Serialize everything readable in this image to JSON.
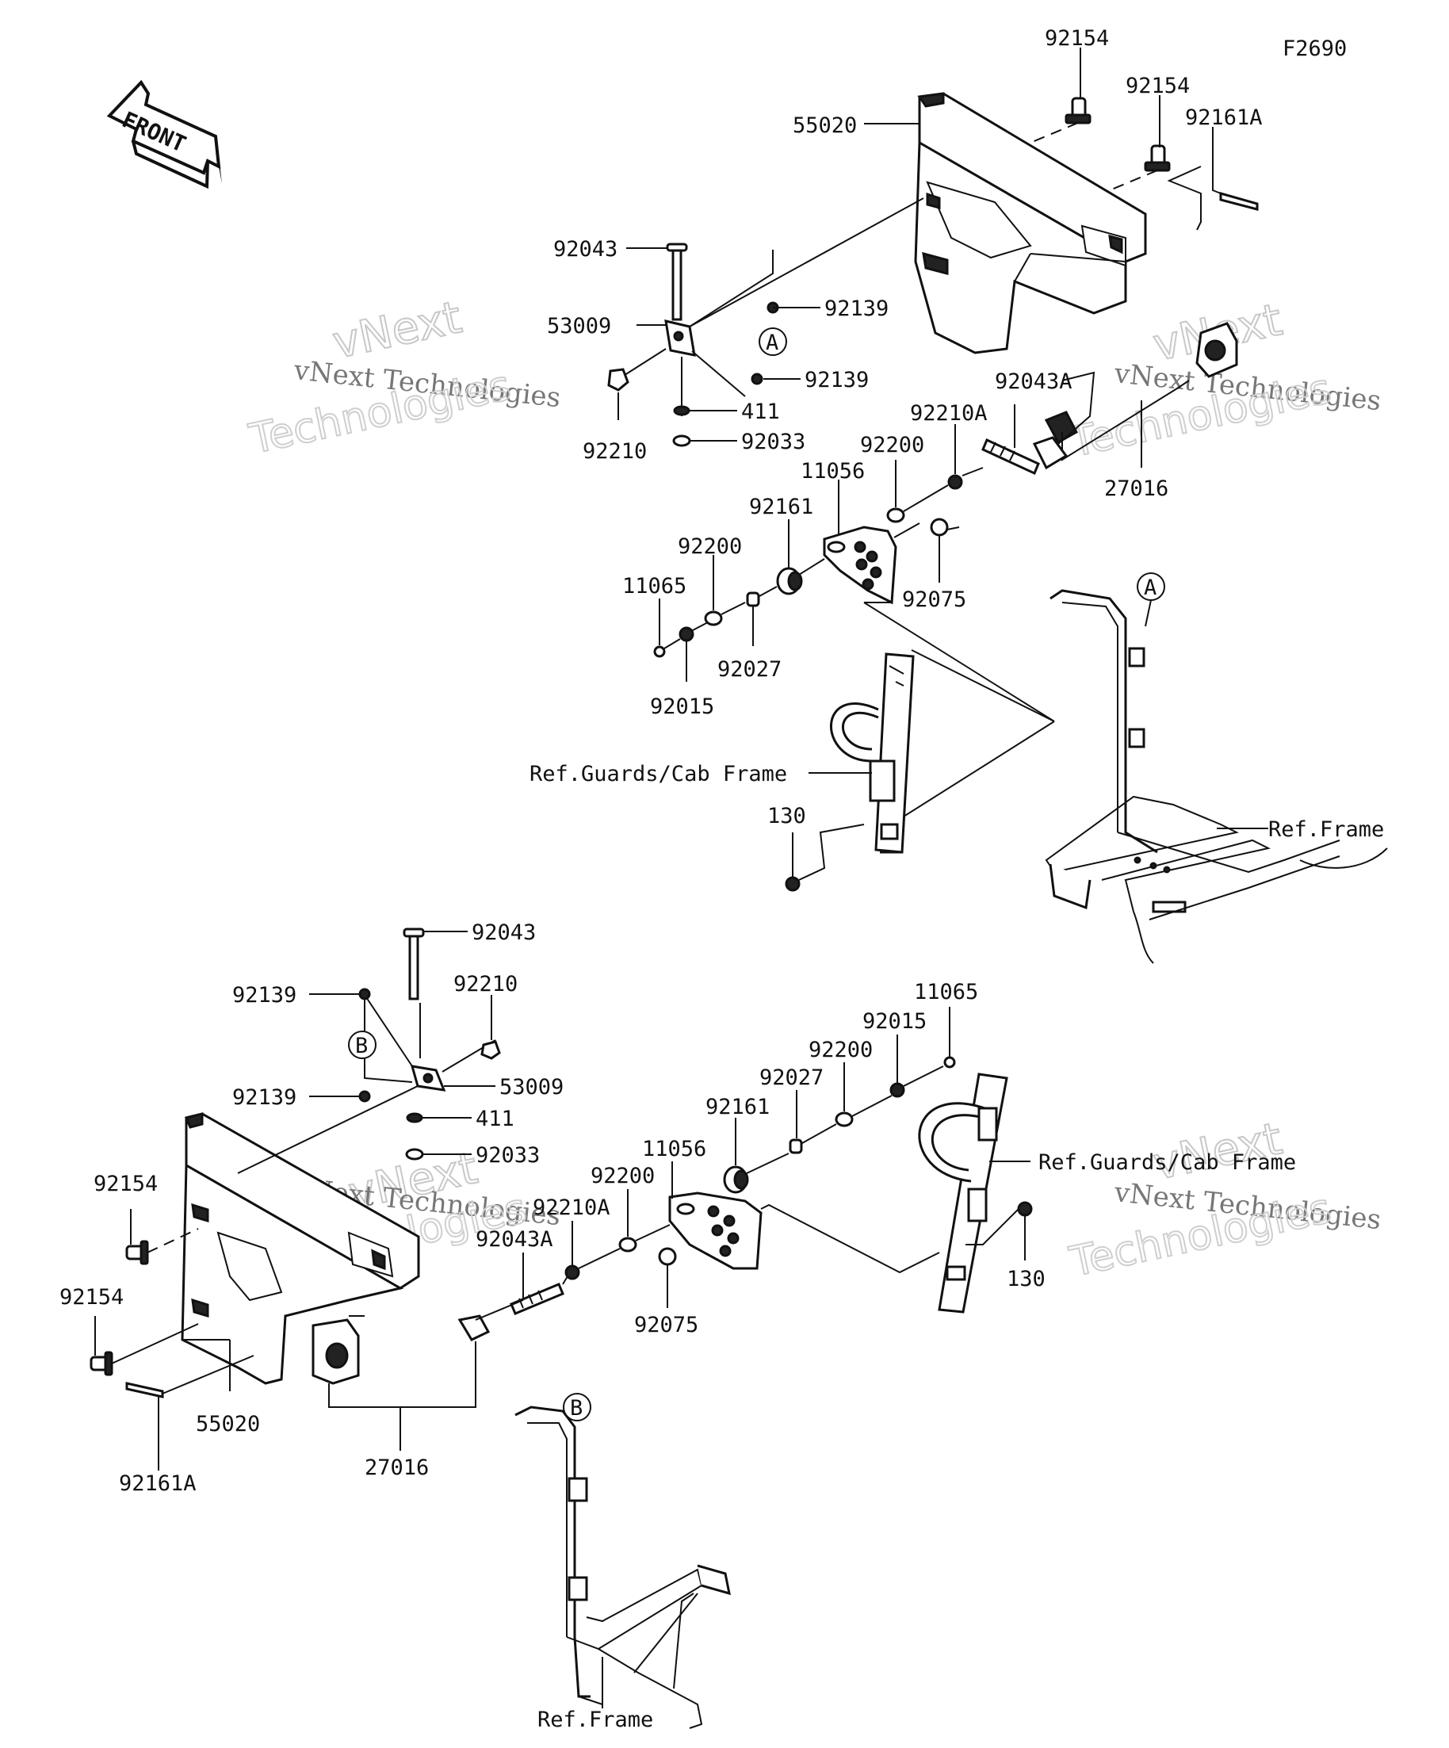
{
  "diagram": {
    "code": "F2690",
    "front_label": "FRONT",
    "watermark": {
      "line1": "vNext Technologies",
      "line2": "vNext",
      "line3": "Technologies"
    },
    "callouts": {
      "A": "A",
      "B": "B"
    },
    "upper_labels": {
      "p92154a": "92154",
      "p92154b": "92154",
      "p92161A": "92161A",
      "p55020": "55020",
      "p92043": "92043",
      "p92139a": "92139",
      "p53009": "53009",
      "p92139b": "92139",
      "p92210": "92210",
      "p411": "411",
      "p92033": "92033",
      "p92043A": "92043A",
      "p92210A": "92210A",
      "p92200a": "92200",
      "p11056": "11056",
      "p27016": "27016",
      "p92161": "92161",
      "p92200b": "92200",
      "p11065": "11065",
      "p92075": "92075",
      "p92027": "92027",
      "p92015": "92015",
      "ref_guards": "Ref.Guards/Cab Frame",
      "p130": "130",
      "ref_frame": "Ref.Frame"
    },
    "lower_labels": {
      "p92043": "92043",
      "p92139a": "92139",
      "p92210": "92210",
      "p11065": "11065",
      "p92015": "92015",
      "p92200a": "92200",
      "p53009": "53009",
      "p92139b": "92139",
      "p92027": "92027",
      "p411": "411",
      "p92161": "92161",
      "p11056": "11056",
      "p92033": "92033",
      "ref_guards": "Ref.Guards/Cab Frame",
      "p92154a": "92154",
      "p92200b": "92200",
      "p92210A": "92210A",
      "p92043A": "92043A",
      "p130": "130",
      "p92154b": "92154",
      "p92075": "92075",
      "p55020": "55020",
      "p92161A": "92161A",
      "p27016": "27016",
      "ref_frame": "Ref.Frame"
    }
  }
}
